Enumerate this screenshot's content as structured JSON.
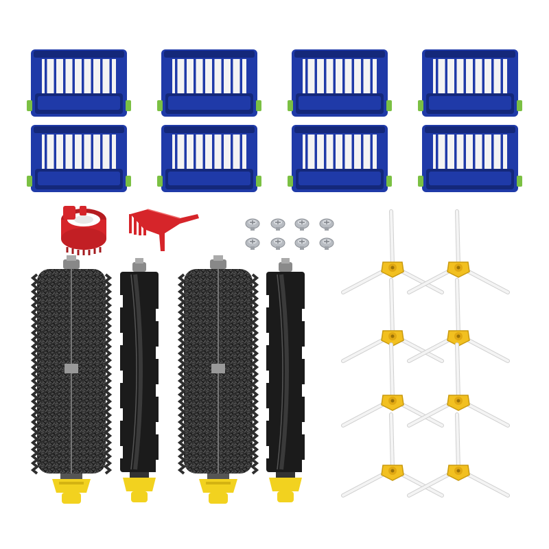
{
  "scene": {
    "background": "#ffffff",
    "filters": {
      "count": 8,
      "frame_color": "#1f3aa8",
      "frame_dark": "#14287a",
      "mesh_color": "#f3f3f3",
      "clip_color": "#7bc043"
    },
    "tools": {
      "cleaning_tool_color": "#d6252a",
      "comb_color": "#d6252a"
    },
    "screws": {
      "count": 8,
      "color": "#b8bcc2"
    },
    "bristle_brushes": {
      "count": 2,
      "bristle_color": "#2e2e2e",
      "end_cap_color": "#f2d21f"
    },
    "flexible_beaters": {
      "count": 2,
      "body_color": "#1b1b1b",
      "end_cap_color": "#f2d21f"
    },
    "side_brushes": {
      "count": 8,
      "hub_color": "#f2c020",
      "arm_color": "#f4f4f4"
    }
  }
}
